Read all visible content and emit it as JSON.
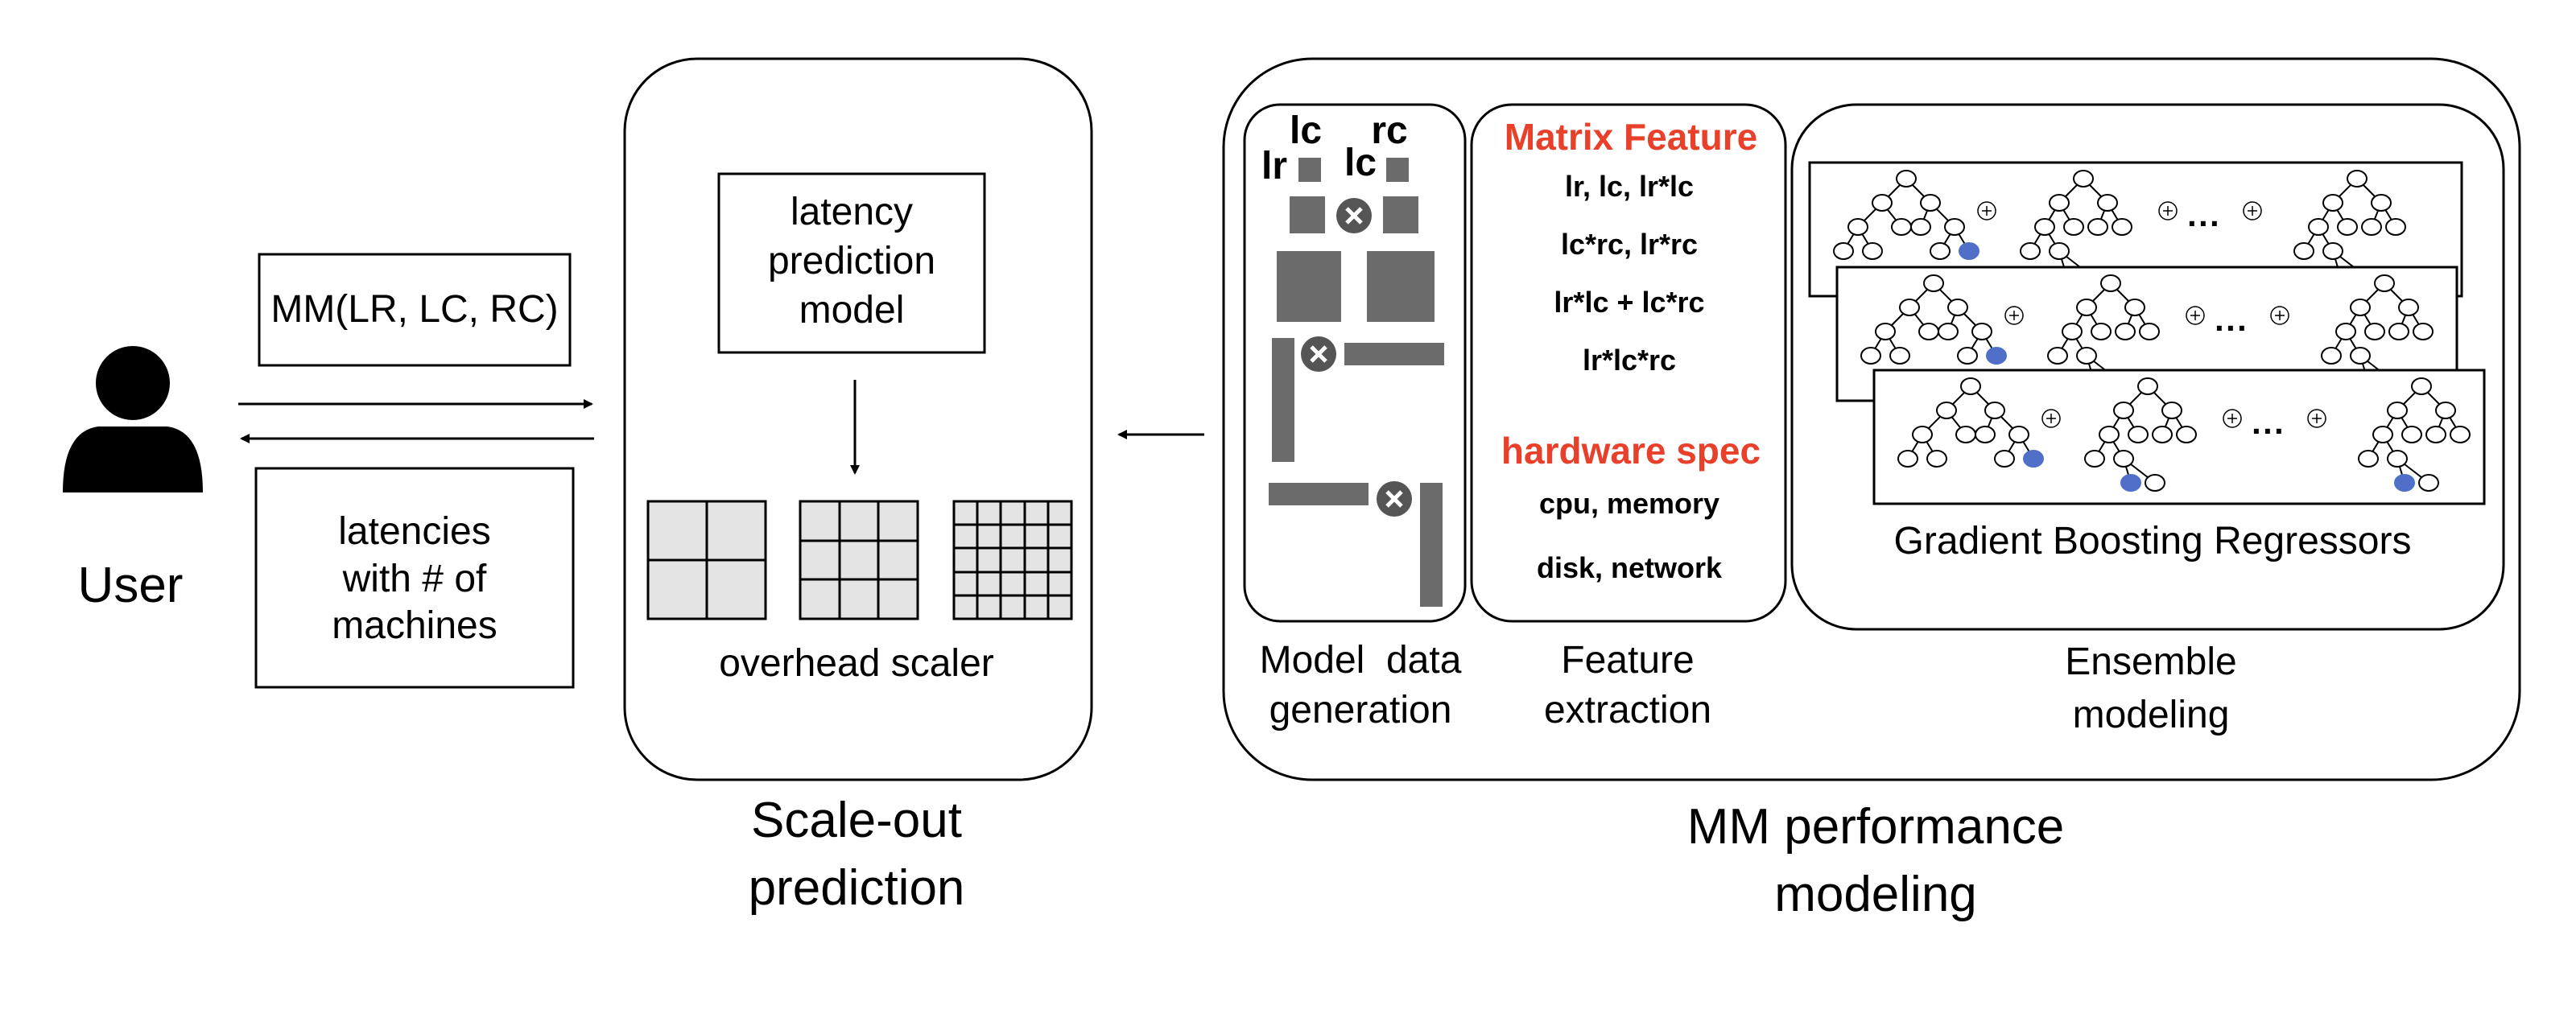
{
  "colors": {
    "stroke": "#000000",
    "block": "#6b6b6b",
    "grid_fill": "#e4e4e4",
    "accent": "#e8402a",
    "node_blue": "#4f6fc9",
    "circle_dark": "#555555"
  },
  "user": {
    "label": "User"
  },
  "request": {
    "label": "MM(LR, LC, RC)"
  },
  "response": {
    "lines": [
      "latencies",
      "with # of",
      "machines"
    ]
  },
  "scaleout": {
    "model_lines": [
      "latency",
      "prediction",
      "model"
    ],
    "scaler_label": "overhead scaler",
    "caption_lines": [
      "Scale-out",
      "prediction"
    ]
  },
  "modeling": {
    "caption_lines": [
      "MM performance",
      "modeling"
    ],
    "data_gen": {
      "labels": {
        "lc": "lc",
        "rc": "rc",
        "lr": "lr",
        "lc2": "lc"
      },
      "caption_lines": [
        "Model  data",
        "generation"
      ]
    },
    "features": {
      "matrix_title": "Matrix Feature",
      "matrix_items": [
        "lr, lc, lr*lc",
        "lc*rc, lr*rc",
        "lr*lc + lc*rc",
        "lr*lc*rc"
      ],
      "hw_title": "hardware spec",
      "hw_items": [
        "cpu, memory",
        "disk, network"
      ],
      "caption_lines": [
        "Feature",
        "extraction"
      ]
    },
    "ensemble": {
      "box_label": "Gradient Boosting Regressors",
      "ellipsis": "···",
      "caption_lines": [
        "Ensemble",
        "modeling"
      ]
    }
  }
}
